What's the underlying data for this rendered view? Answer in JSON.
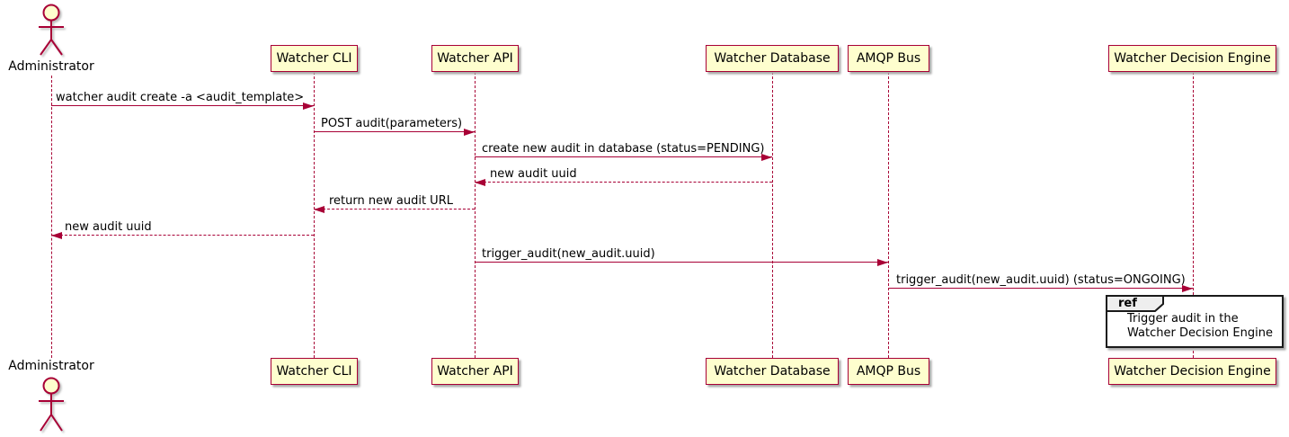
{
  "diagram": {
    "type": "sequence-diagram",
    "actor": {
      "label": "Administrator"
    },
    "participants": [
      {
        "label": "Watcher CLI"
      },
      {
        "label": "Watcher API"
      },
      {
        "label": "Watcher Database"
      },
      {
        "label": "AMQP Bus"
      },
      {
        "label": "Watcher Decision Engine"
      }
    ],
    "messages": [
      {
        "from": "Administrator",
        "to": "Watcher CLI",
        "label": "watcher audit create -a <audit_template>",
        "line": "solid"
      },
      {
        "from": "Watcher CLI",
        "to": "Watcher API",
        "label": "POST audit(parameters)",
        "line": "solid"
      },
      {
        "from": "Watcher API",
        "to": "Watcher Database",
        "label": "create new audit in database (status=PENDING)",
        "line": "solid"
      },
      {
        "from": "Watcher Database",
        "to": "Watcher API",
        "label": "new audit uuid",
        "line": "dashed"
      },
      {
        "from": "Watcher API",
        "to": "Watcher CLI",
        "label": "return new audit URL",
        "line": "dashed"
      },
      {
        "from": "Watcher CLI",
        "to": "Administrator",
        "label": "new audit uuid",
        "line": "dashed"
      },
      {
        "from": "Watcher API",
        "to": "AMQP Bus",
        "label": "trigger_audit(new_audit.uuid)",
        "line": "solid"
      },
      {
        "from": "AMQP Bus",
        "to": "Watcher Decision Engine",
        "label": "trigger_audit(new_audit.uuid) (status=ONGOING)",
        "line": "solid"
      }
    ],
    "ref": {
      "keyword": "ref",
      "over": "Watcher Decision Engine",
      "lines": [
        "Trigger audit in the",
        "Watcher Decision Engine"
      ]
    },
    "colors": {
      "line": "#A80036",
      "participant_fill": "#FEFECE",
      "participant_border": "#A80036",
      "text": "#000000",
      "ref_border": "#1A1A1A",
      "ref_header_fill": "#EEEEEE",
      "background": "#FFFFFF"
    }
  }
}
